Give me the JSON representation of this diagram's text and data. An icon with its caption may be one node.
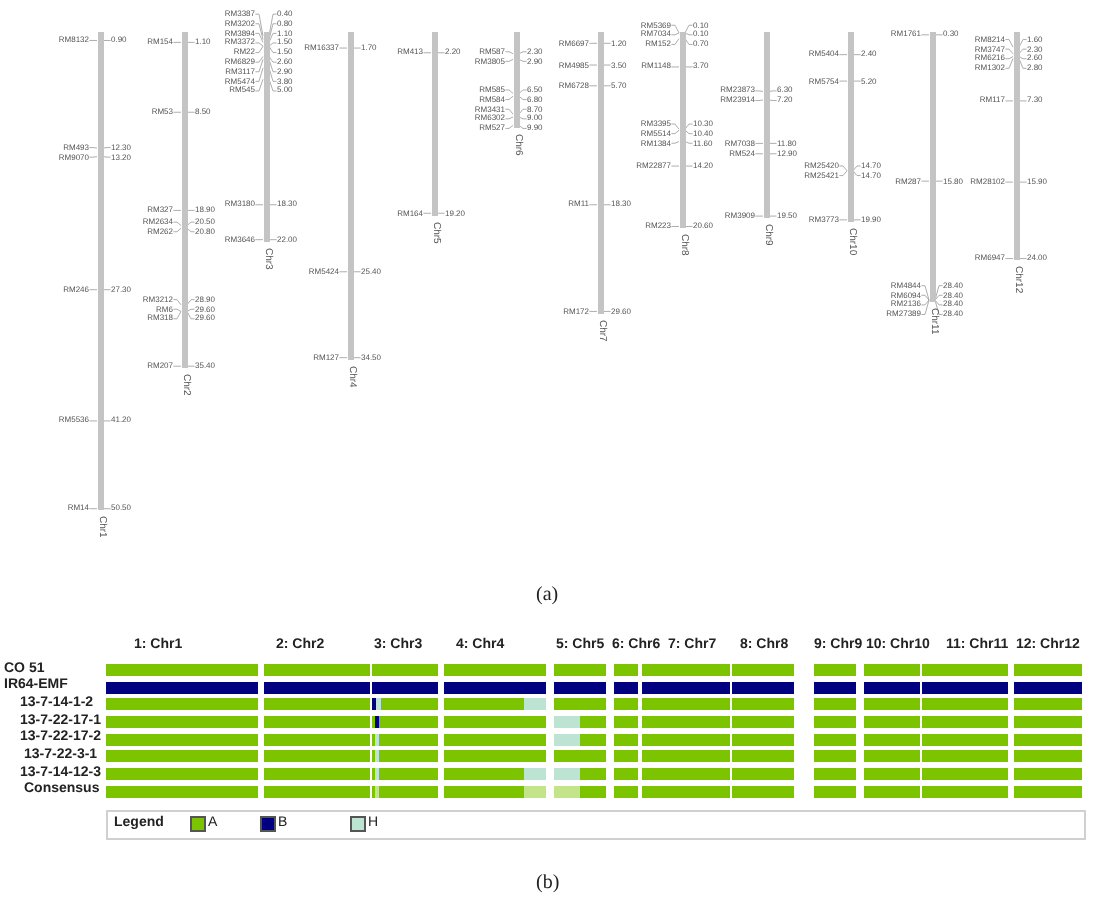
{
  "diagram": {
    "nodes": [
      {
        "text": [
          "Chr1"
        ],
        "beside": [
          "RM8132",
          "0.90",
          "RM493",
          "12.30",
          "RM9070",
          "13.20",
          "RM246",
          "27.30",
          "RM5536",
          "41.20",
          "RM14",
          "50.50"
        ]
      },
      {
        "text": [
          "Chr2"
        ],
        "beside": [
          "RM154",
          "1.10",
          "RM53",
          "8.50",
          "RM327",
          "18.90",
          "RM2634",
          "20.50",
          "RM262",
          "20.80",
          "RM3212",
          "28.90",
          "RM6",
          "29.60",
          "RM318",
          "29.60",
          "RM207",
          "35.40"
        ]
      },
      {
        "text": [
          "Chr3"
        ],
        "beside": [
          "RM3387",
          "0.40",
          "RM3202",
          "0.80",
          "RM3894",
          "1.10",
          "RM3372",
          "1.50",
          "RM22",
          "1.50",
          "RM6829",
          "2.60",
          "RM3117",
          "2.90",
          "RM5474",
          "3.80",
          "RM545",
          "5.00",
          "RM3180",
          "18.30",
          "RM3646",
          "22.00"
        ]
      },
      {
        "text": [
          "Chr4"
        ],
        "beside": [
          "RM16337",
          "1.70",
          "RM5424",
          "25.40",
          "RM127",
          "34.50"
        ]
      },
      {
        "text": [
          "Chr5"
        ],
        "beside": [
          "RM413",
          "2.20",
          "RM164",
          "19.20"
        ]
      },
      {
        "text": [
          "Chr6"
        ],
        "beside": [
          "RM587",
          "2.30",
          "RM3805",
          "2.90",
          "RM585",
          "6.50",
          "RM584",
          "6.80",
          "RM3431",
          "8.70",
          "RM6302",
          "9.00",
          "RM527",
          "9.90"
        ]
      },
      {
        "text": [
          "Chr7"
        ],
        "beside": [
          "RM6697",
          "1.20",
          "RM4985",
          "3.50",
          "RM6728",
          "5.70",
          "RM11",
          "18.30",
          "RM172",
          "29.60"
        ]
      },
      {
        "text": [
          "Chr8"
        ],
        "beside": [
          "RM5369",
          "0.10",
          "RM7034",
          "0.10",
          "RM152",
          "0.70",
          "RM1148",
          "3.70",
          "RM3395",
          "10.30",
          "RM5514",
          "10.40",
          "RM1384",
          "11.60",
          "RM22877",
          "14.20",
          "RM223",
          "20.60"
        ]
      },
      {
        "text": [
          "Chr9"
        ],
        "beside": [
          "RM23873",
          "6.30",
          "RM23914",
          "7.20",
          "RM7038",
          "11.80",
          "RM524",
          "12.90",
          "RM3909",
          "19.50"
        ]
      },
      {
        "text": [
          "Chr10"
        ],
        "beside": [
          "RM5404",
          "2.40",
          "RM5754",
          "5.20",
          "RM25420",
          "14.70",
          "RM25421",
          "14.70",
          "RM3773",
          "19.90"
        ]
      },
      {
        "text": [
          "Chr11"
        ],
        "beside": [
          "RM1761",
          "0.30",
          "RM287",
          "15.80",
          "RM4844",
          "28.40",
          "RM6094",
          "28.40",
          "RM2136",
          "28.40",
          "RM27389",
          "28.40"
        ]
      },
      {
        "text": [
          "Chr12"
        ],
        "beside": [
          "RM8214",
          "1.60",
          "RM3747",
          "2.30",
          "RM6216",
          "2.60",
          "RM1302",
          "2.80",
          "RM117",
          "7.30",
          "RM28102",
          "15.90",
          "RM6947",
          "24.00"
        ]
      }
    ],
    "labels": [
      "(a)",
      "1: Chr1",
      "2: Chr2",
      "3: Chr3",
      "4: Chr4",
      "5: Chr5",
      "6: Chr6",
      "7: Chr7",
      "8: Chr8",
      "9: Chr9",
      "10: Chr10",
      "11: Chr11",
      "12: Chr12",
      "CO 51",
      "IR64-EMF",
      "13-7-14-1-2",
      "13-7-22-17-1",
      "13-7-22-17-2",
      "13-7-22-3-1",
      "13-7-14-12-3",
      "Consensus",
      "Legend",
      "(b)"
    ],
    "legend": [
      {
        "text": "A",
        "color": "#7dc400"
      },
      {
        "text": "B",
        "color": "#000080"
      },
      {
        "text": "H",
        "color": "#bde3d2"
      }
    ]
  }
}
